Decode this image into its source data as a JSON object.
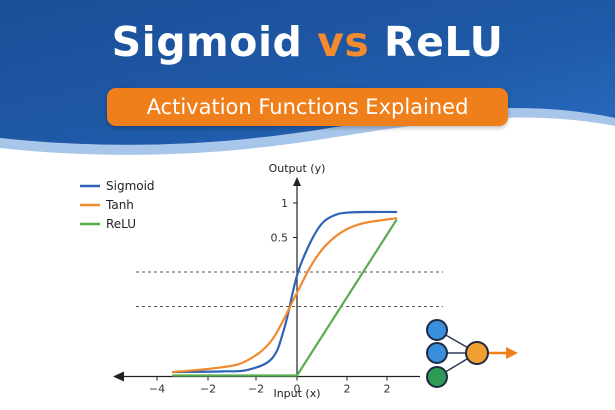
{
  "header": {
    "title_part1": "Sigmoid ",
    "title_vs": "vs",
    "title_part2": " ReLU",
    "subtitle": "Activation Functions Explained"
  },
  "colors": {
    "header_blue": "#1f5aa8",
    "accent_orange": "#ef7f1a",
    "sigmoid": "#2e63b8",
    "tanh": "#f08a2c",
    "relu": "#57ad4f",
    "node_blue": "#3a8fdc",
    "node_orange": "#f0a030",
    "node_green": "#2d9a55"
  },
  "decor": {
    "network_icon": "neural-network-icon"
  },
  "chart_data": {
    "type": "line",
    "xlabel": "Input (x)",
    "ylabel": "Output (y)",
    "x_ticks": [
      -4,
      -2,
      -2,
      0,
      2,
      2
    ],
    "x_tick_labels": [
      "−4",
      "−2",
      "−2",
      "0",
      "2",
      "2"
    ],
    "y_ticks": [
      1,
      0.5
    ],
    "y_tick_labels": [
      "1",
      "0.5"
    ],
    "xlim": [
      -5,
      4
    ],
    "grid": false,
    "dashed_reference_lines_y": [
      0,
      -0.5
    ],
    "legend_position": "top-left",
    "series": [
      {
        "name": "Sigmoid",
        "x": [
          -5,
          -3,
          -2,
          -1,
          -0.5,
          0,
          0.5,
          1,
          1.5,
          2,
          3,
          4
        ],
        "y": [
          -1.45,
          -1.44,
          -1.42,
          -1.25,
          -0.8,
          -0.05,
          0.4,
          0.7,
          0.82,
          0.86,
          0.87,
          0.87
        ]
      },
      {
        "name": "Tanh",
        "x": [
          -5,
          -3,
          -2,
          -1,
          0,
          0.5,
          1,
          1.5,
          2,
          2.5,
          3,
          4
        ],
        "y": [
          -1.45,
          -1.38,
          -1.28,
          -0.98,
          -0.3,
          0.05,
          0.32,
          0.5,
          0.62,
          0.69,
          0.73,
          0.78
        ]
      },
      {
        "name": "ReLU",
        "x": [
          -5,
          0,
          4
        ],
        "y": [
          -1.5,
          -1.5,
          0.75
        ]
      }
    ]
  }
}
